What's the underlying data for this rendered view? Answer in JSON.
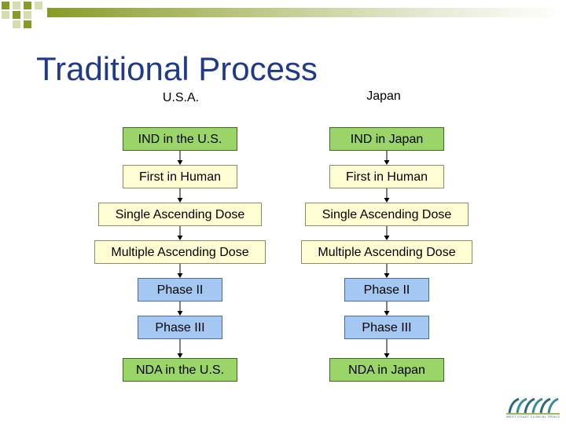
{
  "slide": {
    "title": "Traditional Process",
    "logo_text": "WEST COAST CLINICAL TRIALS"
  },
  "columns": [
    {
      "label": "U.S.A.",
      "steps": [
        {
          "label": "IND in the U.S.",
          "color": "green"
        },
        {
          "label": "First in Human",
          "color": "yellow"
        },
        {
          "label": "Single Ascending Dose",
          "color": "yellow"
        },
        {
          "label": "Multiple Ascending Dose",
          "color": "yellow"
        },
        {
          "label": "Phase II",
          "color": "blue"
        },
        {
          "label": "Phase III",
          "color": "blue"
        },
        {
          "label": "NDA in the U.S.",
          "color": "green"
        }
      ]
    },
    {
      "label": "Japan",
      "steps": [
        {
          "label": "IND in Japan",
          "color": "green"
        },
        {
          "label": "First in Human",
          "color": "yellow"
        },
        {
          "label": "Single Ascending Dose",
          "color": "yellow"
        },
        {
          "label": "Multiple Ascending Dose",
          "color": "yellow"
        },
        {
          "label": "Phase II",
          "color": "blue"
        },
        {
          "label": "Phase III",
          "color": "blue"
        },
        {
          "label": "NDA in Japan",
          "color": "green"
        }
      ]
    }
  ],
  "colors": {
    "title": "#1f3a8c",
    "green": "#9bd56a",
    "yellow": "#fffdd2",
    "blue": "#a5c8f2",
    "accent_olive": "#8a9a2a"
  },
  "icons": [
    "decorative-squares-icon",
    "west-coast-clinical-trials-logo-icon"
  ]
}
